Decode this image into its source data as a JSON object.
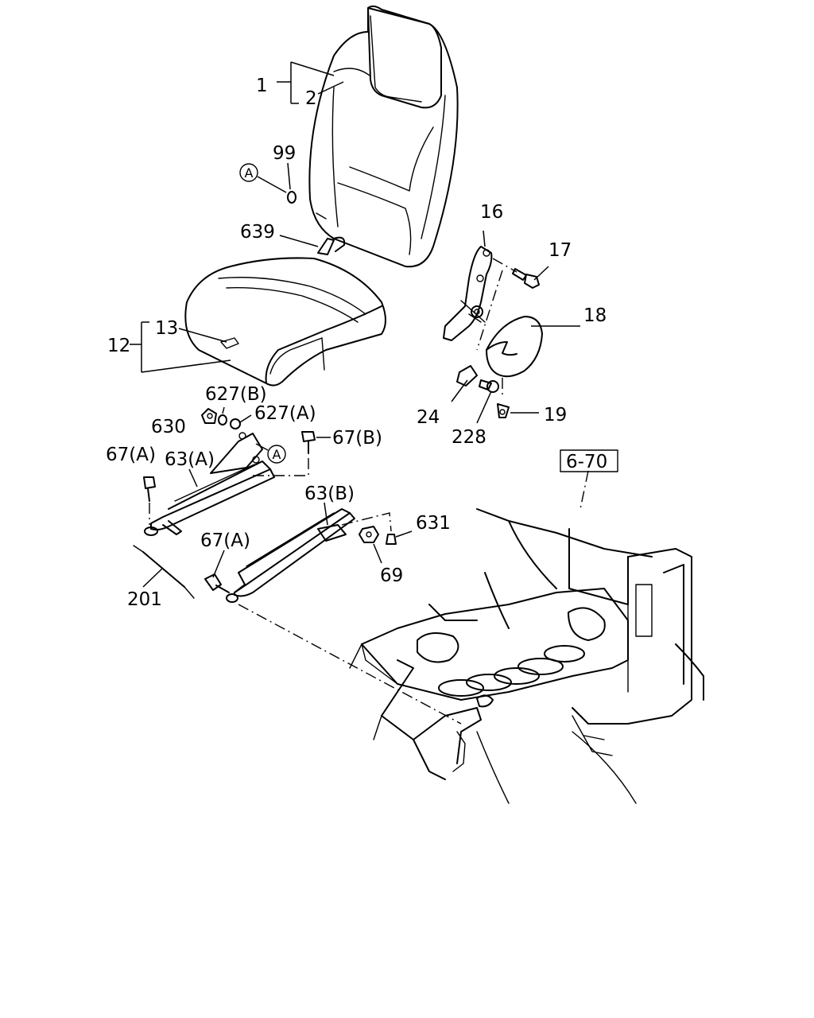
{
  "callouts": {
    "c1": "1",
    "c2": "2",
    "c99": "99",
    "c639": "639",
    "c12": "12",
    "c13": "13",
    "c16": "16",
    "c17": "17",
    "c18": "18",
    "c19": "19",
    "c24": "24",
    "c228": "228",
    "c627b": "627(B)",
    "c627a": "627(A)",
    "c630": "630",
    "c67b": "67(B)",
    "c67a_top": "67(A)",
    "c63a": "63(A)",
    "c63b": "63(B)",
    "c631": "631",
    "c69": "69",
    "c67a_bottom": "67(A)",
    "c201": "201"
  },
  "markers": {
    "ref_a_top": "A",
    "ref_a_mid": "A"
  },
  "reference_box": "6-70"
}
